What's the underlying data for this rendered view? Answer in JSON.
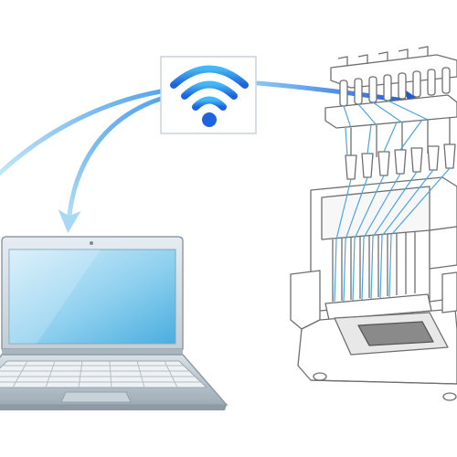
{
  "diagram": {
    "nodes": {
      "router": {
        "icon": "wifi-icon"
      },
      "laptop": {
        "icon": "laptop-icon"
      },
      "machine": {
        "icon": "embroidery-machine-icon"
      }
    },
    "connections": [
      {
        "from": "router",
        "to": "machine"
      },
      {
        "from": "router",
        "to": "laptop"
      },
      {
        "from": "router",
        "to": "offscreen-left-device"
      }
    ],
    "colors": {
      "arrow_start": "#a9d8f4",
      "arrow_mid": "#5aa6ec",
      "arrow_end": "#1f55d6",
      "wifi_light": "#45b8f3",
      "wifi_dark": "#1c63dd",
      "screen_light": "#cdeaf8",
      "screen_dark": "#5fb9e4",
      "laptop_body": "#b7c3cc",
      "machine_line": "#7a7a7a",
      "thread": "#4aa6e6"
    }
  }
}
